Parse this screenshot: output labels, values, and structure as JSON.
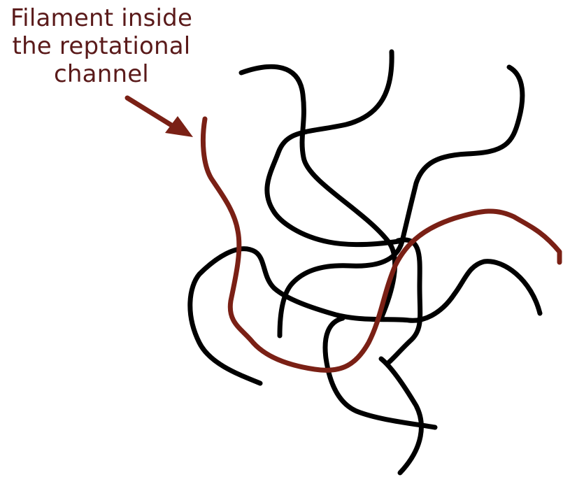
{
  "annotation": {
    "lines": [
      "Filament inside",
      "the reptational",
      "channel"
    ],
    "color": "#5a1a1a"
  },
  "colors": {
    "highlight_filament": "#7a2015",
    "network_filament": "#000000",
    "arrow": "#7a2015",
    "background": "#ffffff"
  }
}
